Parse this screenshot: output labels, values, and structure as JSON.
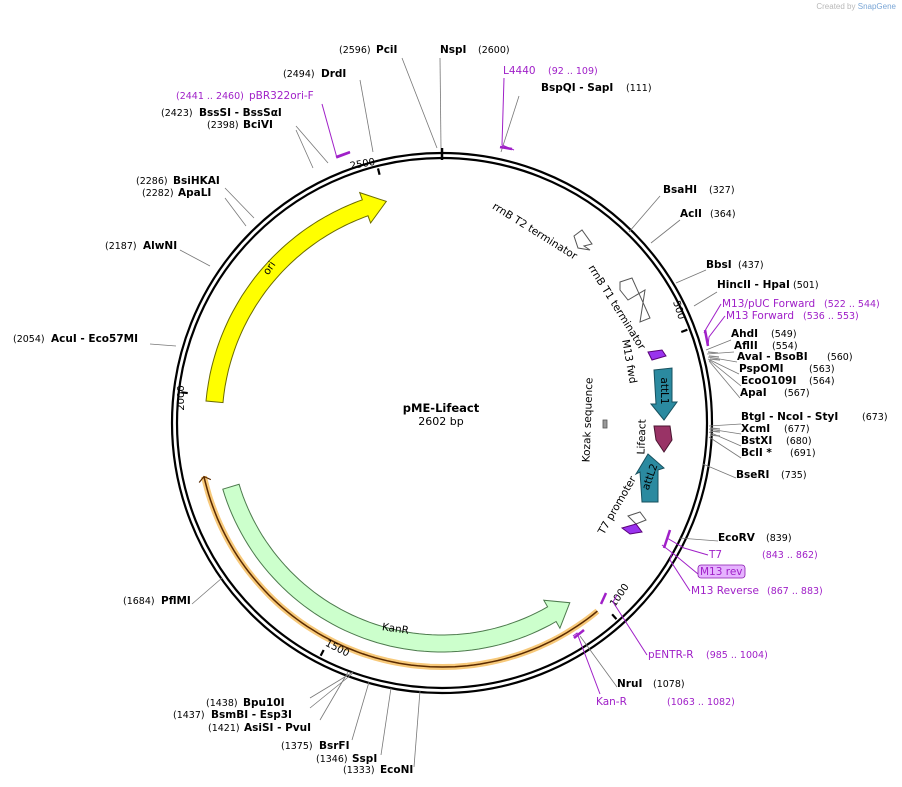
{
  "credit": {
    "prefix": "Created by",
    "brand": "SnapGene"
  },
  "plasmid": {
    "name": "pME-Lifeact",
    "size_label": "2602 bp",
    "length": 2602
  },
  "ticks": [
    "500",
    "1000",
    "1500",
    "2000",
    "2500"
  ],
  "sites": [
    {
      "name": "PciI",
      "pos": "(2596)"
    },
    {
      "name": "NspI",
      "pos": "(2600)"
    },
    {
      "name": "DrdI",
      "pos": "(2494)"
    },
    {
      "name": "BssSI - BssSαI",
      "pos": "(2423)"
    },
    {
      "name": "BciVI",
      "pos": "(2398)"
    },
    {
      "name": "BsiHKAI",
      "pos": "(2286)"
    },
    {
      "name": "ApaLI",
      "pos": "(2282)"
    },
    {
      "name": "AlwNI",
      "pos": "(2187)"
    },
    {
      "name": "AcuI - Eco57MI",
      "pos": "(2054)"
    },
    {
      "name": "PflMI",
      "pos": "(1684)"
    },
    {
      "name": "Bpu10I",
      "pos": "(1438)"
    },
    {
      "name": "BsmBI - Esp3I",
      "pos": "(1437)"
    },
    {
      "name": "AsiSI - PvuI",
      "pos": "(1421)"
    },
    {
      "name": "BsrFI",
      "pos": "(1375)"
    },
    {
      "name": "SspI",
      "pos": "(1346)"
    },
    {
      "name": "EcoNI",
      "pos": "(1333)"
    },
    {
      "name": "BspQI - SapI",
      "pos": "(111)"
    },
    {
      "name": "BsaHI",
      "pos": "(327)"
    },
    {
      "name": "AclI",
      "pos": "(364)"
    },
    {
      "name": "BbsI",
      "pos": "(437)"
    },
    {
      "name": "HincII - HpaI",
      "pos": "(501)"
    },
    {
      "name": "AhdI",
      "pos": "(549)"
    },
    {
      "name": "AflII",
      "pos": "(554)"
    },
    {
      "name": "AvaI - BsoBI",
      "pos": "(560)"
    },
    {
      "name": "PspOMI",
      "pos": "(563)"
    },
    {
      "name": "EcoO109I",
      "pos": "(564)"
    },
    {
      "name": "ApaI",
      "pos": "(567)"
    },
    {
      "name": "BtgI - NcoI - StyI",
      "pos": "(673)"
    },
    {
      "name": "XcmI",
      "pos": "(677)"
    },
    {
      "name": "BstXI",
      "pos": "(680)"
    },
    {
      "name": "BclI *",
      "pos": "(691)"
    },
    {
      "name": "BseRI",
      "pos": "(735)"
    },
    {
      "name": "EcoRV",
      "pos": "(839)"
    },
    {
      "name": "NruI",
      "pos": "(1078)"
    }
  ],
  "primers": [
    {
      "name": "L4440",
      "pos": "(92 .. 109)"
    },
    {
      "name": "pBR322ori-F",
      "pos": "(2441 .. 2460)"
    },
    {
      "name": "M13/pUC Forward",
      "pos": "(522 .. 544)"
    },
    {
      "name": "M13 Forward",
      "pos": "(536 .. 553)"
    },
    {
      "name": "T7",
      "pos": "(843 .. 862)"
    },
    {
      "name": "M13 rev",
      "pos": ""
    },
    {
      "name": "M13 Reverse",
      "pos": "(867 .. 883)"
    },
    {
      "name": "pENTR-R",
      "pos": "(985 .. 1004)"
    },
    {
      "name": "Kan-R",
      "pos": "(1063 .. 1082)"
    }
  ],
  "features": [
    {
      "name": "ori",
      "color": "#ffff00"
    },
    {
      "name": "KanR",
      "color": "#ccffcc"
    },
    {
      "name": "rrnB T2 terminator",
      "color": "#ffffff"
    },
    {
      "name": "rrnB T1 terminator",
      "color": "#ffffff"
    },
    {
      "name": "M13 fwd",
      "color": "#9933ee"
    },
    {
      "name": "attL1",
      "color": "#2b8aa0"
    },
    {
      "name": "Kozak sequence",
      "color": "#999999"
    },
    {
      "name": "Lifeact",
      "color": "#993366"
    },
    {
      "name": "attL2",
      "color": "#2b8aa0"
    },
    {
      "name": "T7 promoter",
      "color": "#ffffff"
    }
  ]
}
